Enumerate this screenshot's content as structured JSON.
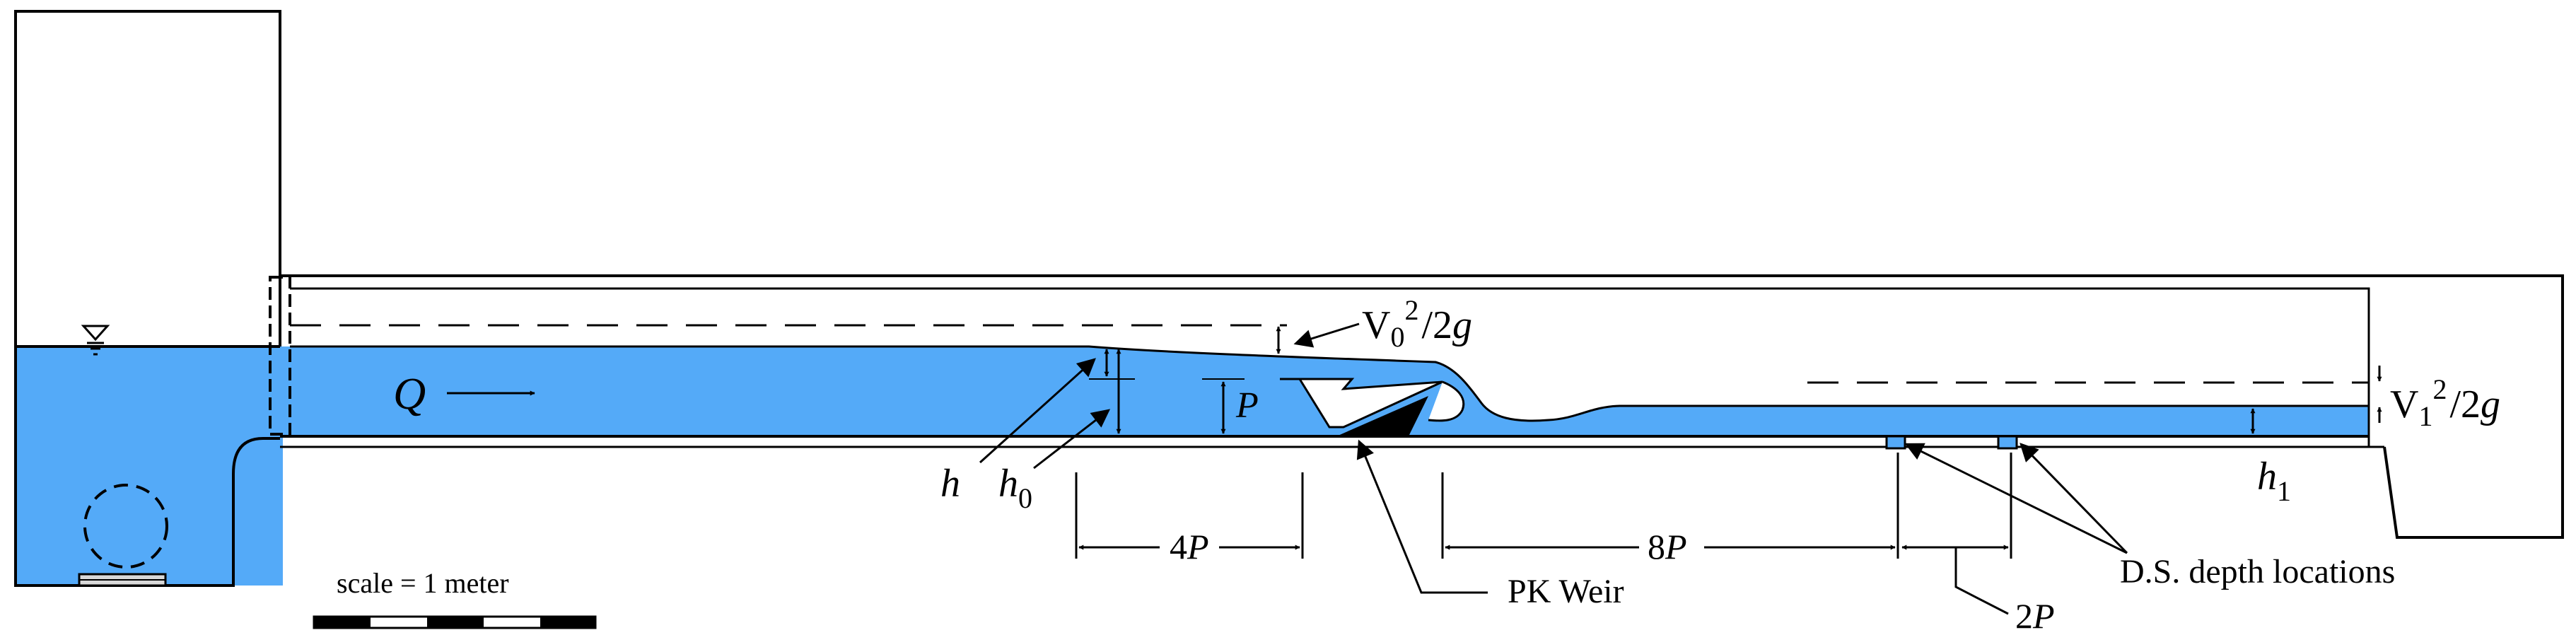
{
  "colors": {
    "water": "#54aaf8",
    "line": "#000000",
    "background": "#ffffff"
  },
  "labels": {
    "flow_symbol": "Q",
    "velocity_head_upstream": {
      "base": "V",
      "sub": "0",
      "sup": "2",
      "tail": "/2",
      "g": "g"
    },
    "velocity_head_downstream": {
      "base": "V",
      "sub": "1",
      "sup": "2",
      "tail": "/2",
      "g": "g"
    },
    "weir_height": "P",
    "head": "h",
    "upstream_depth": {
      "base": "h",
      "sub": "0"
    },
    "downstream_depth": {
      "base": "h",
      "sub": "1"
    },
    "distance_upstream": {
      "num": "4",
      "var": "P"
    },
    "distance_downstream": {
      "num": "8",
      "var": "P"
    },
    "distance_between_gauges": {
      "num": "2",
      "var": "P"
    },
    "weir_name": "PK Weir",
    "gauge_locations": "D.S. depth locations",
    "scale": "scale = 1 meter"
  },
  "icons": {
    "water_surface_marker": "inverted-triangle-icon",
    "pump": "pump-circle-icon"
  }
}
